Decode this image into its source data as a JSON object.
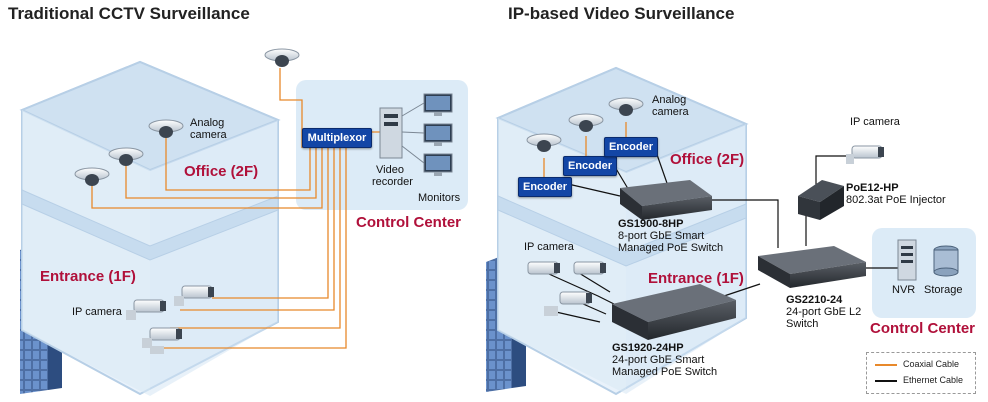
{
  "left": {
    "title": "Traditional CCTV Surveillance",
    "analog_camera": [
      "Analog",
      "camera"
    ],
    "office": "Office (2F)",
    "entrance": "Entrance (1F)",
    "ip_camera": "IP camera",
    "multiplexor": "Multiplexor",
    "video_recorder": [
      "Video",
      "recorder"
    ],
    "monitors": "Monitors",
    "control_center": "Control Center"
  },
  "right": {
    "title": "IP-based Video Surveillance",
    "analog_camera": [
      "Analog",
      "camera"
    ],
    "encoder": "Encoder",
    "office": "Office (2F)",
    "entrance": "Entrance (1F)",
    "ip_camera_left": "IP camera",
    "ip_camera_right": "IP camera",
    "gs1900": {
      "name": "GS1900-8HP",
      "desc": [
        "8-port GbE Smart",
        "Managed PoE Switch"
      ]
    },
    "gs1920": {
      "name": "GS1920-24HP",
      "desc": [
        "24-port GbE Smart",
        "Managed PoE Switch"
      ]
    },
    "gs2210": {
      "name": "GS2210-24",
      "desc": [
        "24-port GbE L2",
        "Switch"
      ]
    },
    "poe12": {
      "name": "PoE12-HP",
      "desc": "802.3at PoE Injector"
    },
    "nvr": "NVR",
    "storage": "Storage",
    "control_center": "Control Center"
  },
  "legend": {
    "coaxial": "Coaxial Cable",
    "ethernet": "Ethernet Cable"
  },
  "colors": {
    "coaxial": "#e8892b",
    "ethernet": "#111111",
    "room": "#cfe1f1",
    "accent_red": "#b0103a",
    "encoder_blue": "#1346a6"
  }
}
